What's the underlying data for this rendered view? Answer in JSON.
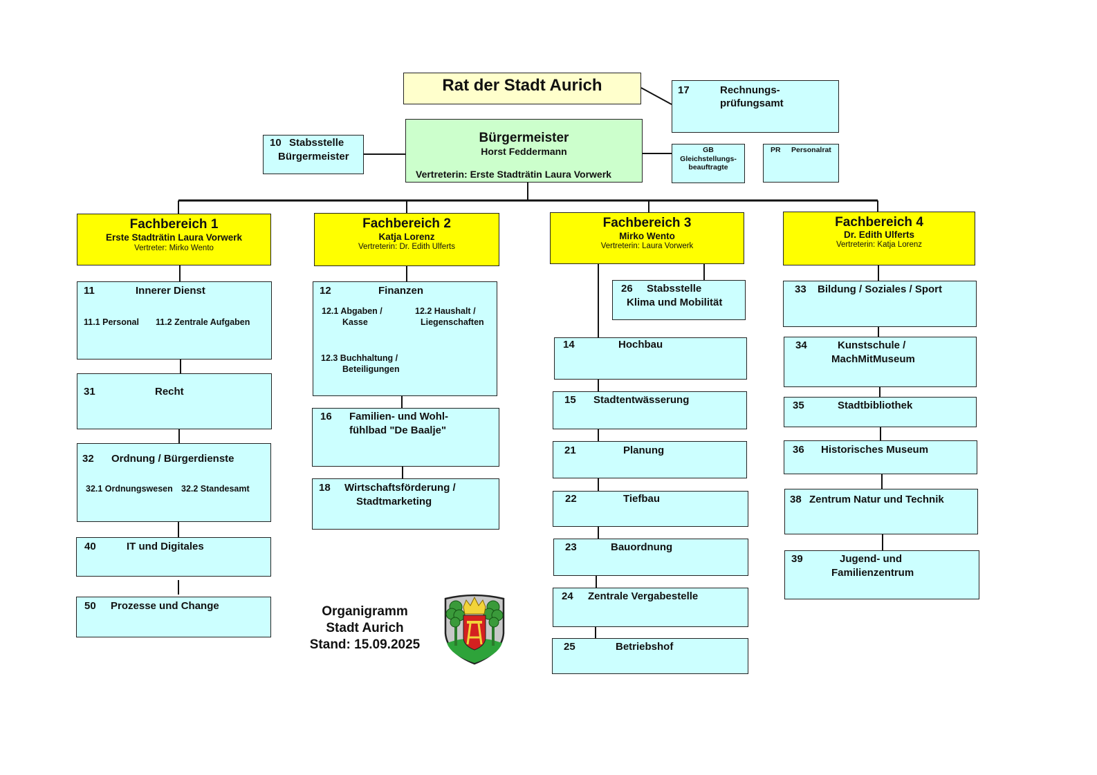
{
  "council": {
    "title": "Rat der Stadt Aurich"
  },
  "audit_office": {
    "number": "17",
    "name_line1": "Rechnungs-",
    "name_line2": "prüfungsamt"
  },
  "mayor": {
    "title": "Bürgermeister",
    "name": "Horst Feddermann",
    "deputy": "Vertreterin: Erste Stadträtin Laura Vorwerk"
  },
  "staff_unit": {
    "number": "10",
    "name_line1": "Stabsstelle",
    "name_line2": "Bürgermeister"
  },
  "equality_officer": {
    "code": "GB",
    "line1": "Gleichstellungs-",
    "line2": "beauftragte"
  },
  "staff_council": {
    "code": "PR",
    "name": "Personalrat"
  },
  "departments": [
    {
      "title": "Fachbereich 1",
      "head": "Erste Stadträtin Laura Vorwerk",
      "deputy": "Vertreter: Mirko Wento",
      "units": [
        {
          "number": "11",
          "name": "Innerer Dienst",
          "subunits": [
            "11.1 Personal",
            "11.2 Zentrale Aufgaben"
          ]
        },
        {
          "number": "31",
          "name": "Recht"
        },
        {
          "number": "32",
          "name": "Ordnung / Bürgerdienste",
          "subunits": [
            "32.1 Ordnungswesen",
            "32.2  Standesamt"
          ]
        },
        {
          "number": "40",
          "name": "IT und Digitales"
        },
        {
          "number": "50",
          "name": "Prozesse und Change"
        }
      ]
    },
    {
      "title": "Fachbereich 2",
      "head": "Katja Lorenz",
      "deputy": "Vertreterin: Dr. Edith Ulferts",
      "units": [
        {
          "number": "12",
          "name": "Finanzen",
          "subunits": [
            {
              "line1": "12.1 Abgaben /",
              "line2": "Kasse"
            },
            {
              "line1": "12.2 Haushalt /",
              "line2": "Liegenschaften"
            },
            {
              "line1": "12.3 Buchhaltung /",
              "line2": "Beteiligungen"
            }
          ]
        },
        {
          "number": "16",
          "name_line1": "Familien- und Wohl-",
          "name_line2": "fühlbad \"De Baalje\""
        },
        {
          "number": "18",
          "name_line1": "Wirtschaftsförderung /",
          "name_line2": "Stadtmarketing"
        }
      ]
    },
    {
      "title": "Fachbereich 3",
      "head": "Mirko Wento",
      "deputy": "Vertreterin: Laura Vorwerk",
      "staff_unit": {
        "number": "26",
        "name_line1": "Stabsstelle",
        "name_line2": "Klima und Mobilität"
      },
      "units": [
        {
          "number": "14",
          "name": "Hochbau"
        },
        {
          "number": "15",
          "name": "Stadtentwässerung"
        },
        {
          "number": "21",
          "name": "Planung"
        },
        {
          "number": "22",
          "name": "Tiefbau"
        },
        {
          "number": "23",
          "name": "Bauordnung"
        },
        {
          "number": "24",
          "name": "Zentrale Vergabestelle"
        },
        {
          "number": "25",
          "name": "Betriebshof"
        }
      ]
    },
    {
      "title": "Fachbereich 4",
      "head": "Dr. Edith Ulferts",
      "deputy": "Vertreterin: Katja Lorenz",
      "units": [
        {
          "number": "33",
          "name": "Bildung / Soziales / Sport"
        },
        {
          "number": "34",
          "name_line1": "Kunstschule /",
          "name_line2": "MachMitMuseum"
        },
        {
          "number": "35",
          "name": "Stadtbibliothek"
        },
        {
          "number": "36",
          "name": "Historisches Museum"
        },
        {
          "number": "38",
          "name": "Zentrum Natur und Technik"
        },
        {
          "number": "39",
          "name_line1": "Jugend- und",
          "name_line2": "Familienzentrum"
        }
      ]
    }
  ],
  "footer": {
    "line1": "Organigramm",
    "line2": "Stadt Aurich",
    "line3": "Stand: 15.09.2025",
    "emblem": "aurich-coat-of-arms-icon"
  },
  "colors": {
    "council": "#ffffcc",
    "mayor": "#ccffcc",
    "department": "#ffff00",
    "unit": "#ccffff",
    "line": "#111111"
  }
}
